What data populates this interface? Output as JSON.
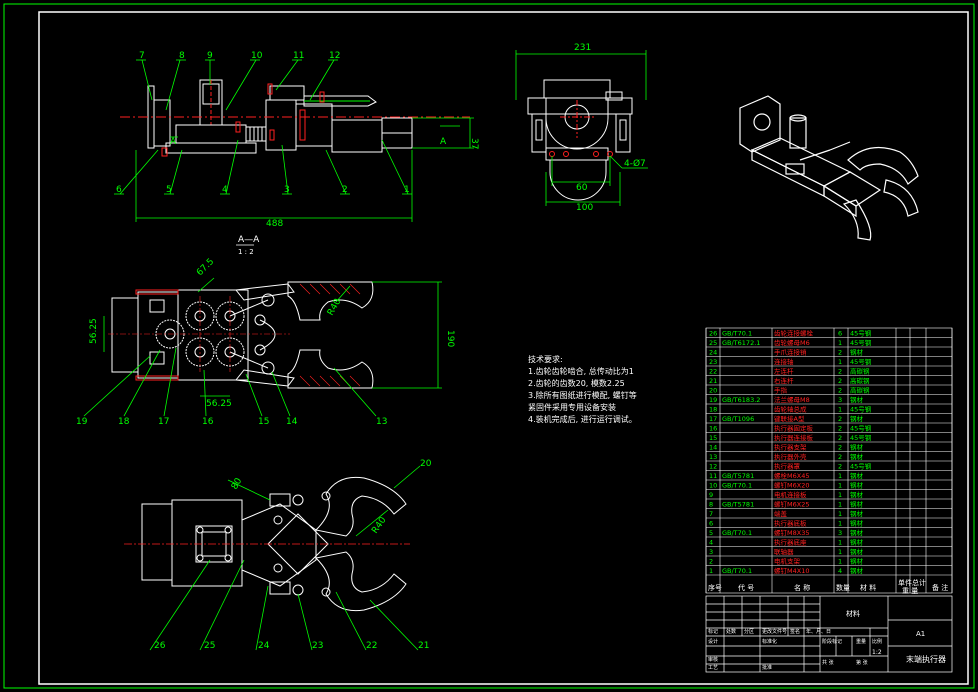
{
  "colors": {
    "background": "#000000",
    "green": "#00ff00",
    "white": "#ffffff",
    "red": "#ff2020",
    "yellow": "#ffff00",
    "purple": "#ff00ff",
    "cyan": "#00ffff"
  },
  "top_view": {
    "balloons": [
      "7",
      "8",
      "9",
      "10",
      "11",
      "12",
      "6",
      "5",
      "4",
      "3",
      "2",
      "1"
    ],
    "dim_overall_length": "488",
    "dim_height": "37",
    "section_label": "A",
    "section_title": "A—A"
  },
  "side_view": {
    "dim_width": "231",
    "dim_hole_span": "60",
    "dim_base": "100",
    "hole_callout": "4-Ø7"
  },
  "gear_view": {
    "balloons": [
      "19",
      "18",
      "17",
      "16",
      "15",
      "14",
      "13"
    ],
    "dim_pitch_a": "67.5",
    "dim_pitch_b": "56.25",
    "dim_pitch_c": "56.25",
    "dim_jaw": "R40",
    "dim_length": "190"
  },
  "open_view": {
    "balloons": [
      "20",
      "26",
      "25",
      "24",
      "23",
      "22",
      "21"
    ],
    "dim_angle": "80",
    "dim_jaw": "R40"
  },
  "notes": {
    "title": "技术要求:",
    "lines": [
      "1.齿轮齿轮啮合, 总传动比为1",
      "2.齿轮的齿数20, 模数2.25",
      "3.除所有图纸进行模配, 螺钉等",
      "  紧固件采用专用设备安装",
      "4.装机完成后, 进行运行调试。"
    ]
  },
  "bom": {
    "rows": [
      {
        "no": "26",
        "code": "GB/T70.1",
        "name": "齿轮连接螺栓",
        "qty": "6",
        "mat": "45号钢"
      },
      {
        "no": "25",
        "code": "GB/T6172.1",
        "name": "齿轮螺母M6",
        "qty": "1",
        "mat": "45号钢"
      },
      {
        "no": "24",
        "code": "",
        "name": "手爪连接销",
        "qty": "2",
        "mat": "钢材"
      },
      {
        "no": "23",
        "code": "",
        "name": "连接轴",
        "qty": "1",
        "mat": "45号钢"
      },
      {
        "no": "22",
        "code": "",
        "name": "左连杆",
        "qty": "2",
        "mat": "高碳钢"
      },
      {
        "no": "21",
        "code": "",
        "name": "右连杆",
        "qty": "2",
        "mat": "高碳钢"
      },
      {
        "no": "20",
        "code": "",
        "name": "手指",
        "qty": "2",
        "mat": "高碳钢"
      },
      {
        "no": "19",
        "code": "GB/T6183.2",
        "name": "法兰螺母M8",
        "qty": "3",
        "mat": "钢材"
      },
      {
        "no": "18",
        "code": "",
        "name": "齿轮轴总成",
        "qty": "1",
        "mat": "45号钢"
      },
      {
        "no": "17",
        "code": "GB/T1096",
        "name": "键联接A型",
        "qty": "2",
        "mat": "钢材"
      },
      {
        "no": "16",
        "code": "",
        "name": "执行器固定板",
        "qty": "2",
        "mat": "45号钢"
      },
      {
        "no": "15",
        "code": "",
        "name": "执行器连接板",
        "qty": "2",
        "mat": "45号钢"
      },
      {
        "no": "14",
        "code": "",
        "name": "执行器支架",
        "qty": "2",
        "mat": "钢材"
      },
      {
        "no": "13",
        "code": "",
        "name": "执行器外壳",
        "qty": "2",
        "mat": "钢材"
      },
      {
        "no": "12",
        "code": "",
        "name": "执行器罩",
        "qty": "2",
        "mat": "45号钢"
      },
      {
        "no": "11",
        "code": "GB/T5781",
        "name": "螺栓M6X45",
        "qty": "1",
        "mat": "钢材"
      },
      {
        "no": "10",
        "code": "GB/T70.1",
        "name": "螺钉M6X20",
        "qty": "1",
        "mat": "钢材"
      },
      {
        "no": "9",
        "code": "",
        "name": "电机连接板",
        "qty": "1",
        "mat": "钢材"
      },
      {
        "no": "8",
        "code": "GB/T5781",
        "name": "螺钉M6X25",
        "qty": "1",
        "mat": "钢材"
      },
      {
        "no": "7",
        "code": "",
        "name": "端盖",
        "qty": "1",
        "mat": "钢材"
      },
      {
        "no": "6",
        "code": "",
        "name": "执行器底板",
        "qty": "1",
        "mat": "钢材"
      },
      {
        "no": "5",
        "code": "GB/T70.1",
        "name": "螺钉M8X35",
        "qty": "3",
        "mat": "钢材"
      },
      {
        "no": "4",
        "code": "",
        "name": "执行器底座",
        "qty": "1",
        "mat": "钢材"
      },
      {
        "no": "3",
        "code": "",
        "name": "联轴器",
        "qty": "1",
        "mat": "钢材"
      },
      {
        "no": "2",
        "code": "",
        "name": "电机支架",
        "qty": "1",
        "mat": "钢材"
      },
      {
        "no": "1",
        "code": "GB/T70.1",
        "name": "螺钉M4X10",
        "qty": "4",
        "mat": "钢材"
      }
    ],
    "header": {
      "no": "序号",
      "code": "代 号",
      "name": "名 称",
      "qty": "数量",
      "mat": "材 料",
      "unit_weight": "单件",
      "total_weight": "总计",
      "weight": "重 量",
      "remark": "备 注"
    }
  },
  "title_block": {
    "material_label": "材料",
    "sheet_size": "A1",
    "title": "末端执行器",
    "rev_labels": [
      "标记",
      "处数",
      "分区",
      "更改文件号",
      "签名",
      "年、月、日"
    ],
    "design_label": "设计",
    "std_label": "标准化",
    "stage_label": "阶段标记",
    "weight_label": "重量",
    "scale_label": "比例",
    "review_label": "审核",
    "process_label": "工艺",
    "approve_label": "批准",
    "sheets_label": "共 张",
    "sheet_label": "第 张",
    "scale_value": "1:2"
  }
}
